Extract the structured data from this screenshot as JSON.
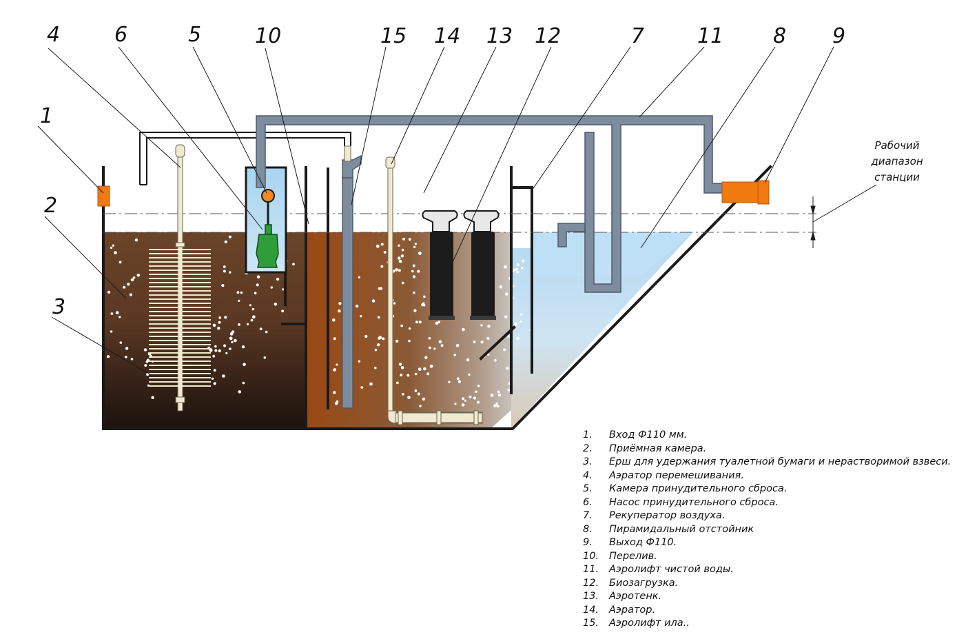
{
  "callouts": [
    "1",
    "2",
    "3",
    "4",
    "5",
    "6",
    "7",
    "8",
    "9",
    "10",
    "11",
    "12",
    "13",
    "14",
    "15"
  ],
  "range_label": [
    "Рабочий",
    "диапазон",
    "станции"
  ],
  "legend": [
    {
      "num": "1.",
      "text": "Вход Ф110 мм."
    },
    {
      "num": "2.",
      "text": "Приёмная камера."
    },
    {
      "num": "3.",
      "text": "Ерш для удержания туалетной бумаги и нерастворимой взвеси."
    },
    {
      "num": "4.",
      "text": "Аэратор перемешивания."
    },
    {
      "num": "5.",
      "text": "Камера принудительного сброса."
    },
    {
      "num": "6.",
      "text": "Насос принудительного сброса."
    },
    {
      "num": "7.",
      "text": "Рекуператор воздуха."
    },
    {
      "num": "8.",
      "text": "Пирамидальный отстойник"
    },
    {
      "num": "9.",
      "text": "Выход Ф110."
    },
    {
      "num": "10.",
      "text": "Перелив."
    },
    {
      "num": "11.",
      "text": "Аэролифт чистой воды."
    },
    {
      "num": "12.",
      "text": "Биозагрузка."
    },
    {
      "num": "13.",
      "text": "Аэротенк."
    },
    {
      "num": "14.",
      "text": "Аэратор."
    },
    {
      "num": "15.",
      "text": "Аэролифт ила.."
    }
  ],
  "colors": {
    "wall": "#1a1a1a",
    "pipe": "#7e8ca0",
    "pipe_edge": "#4e5a6a",
    "sludge_dark": "#3a241a",
    "sludge_brown": "#8a4a22",
    "clean_water": "#bcdcf2",
    "pump": "#2f9d3a",
    "float": "#f08a1c",
    "orange": "#f07a10",
    "aerator": "#f1ead0",
    "media": "#1c1c1c"
  }
}
